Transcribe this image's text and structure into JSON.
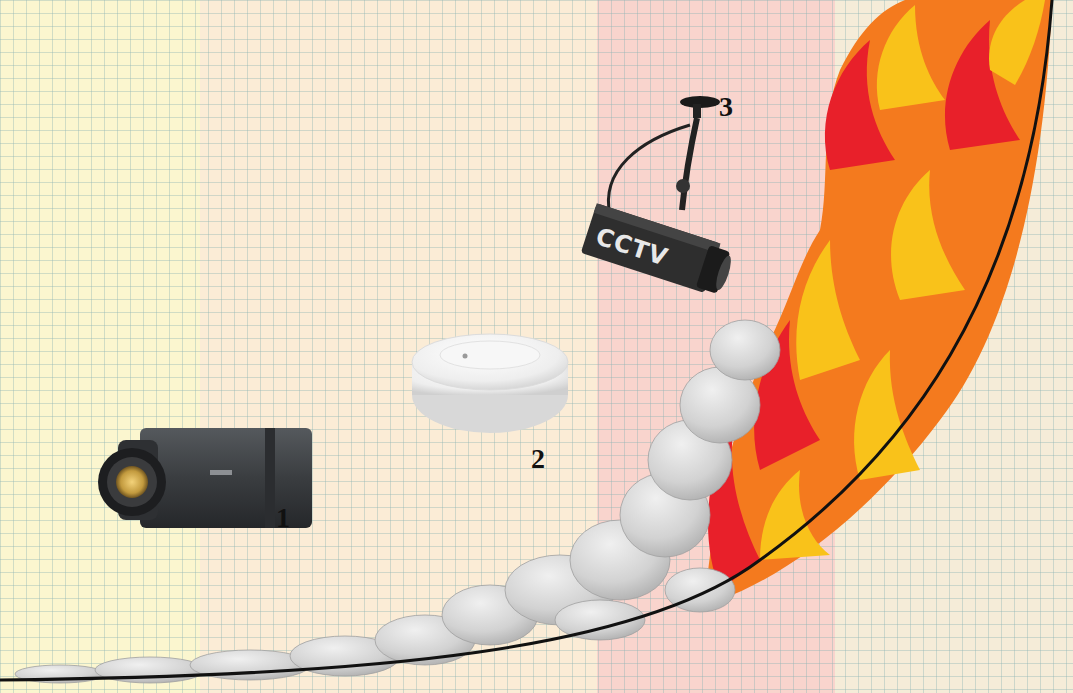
{
  "diagram": {
    "labels": [
      "1",
      "2",
      "3",
      "CCTV"
    ]
  }
}
